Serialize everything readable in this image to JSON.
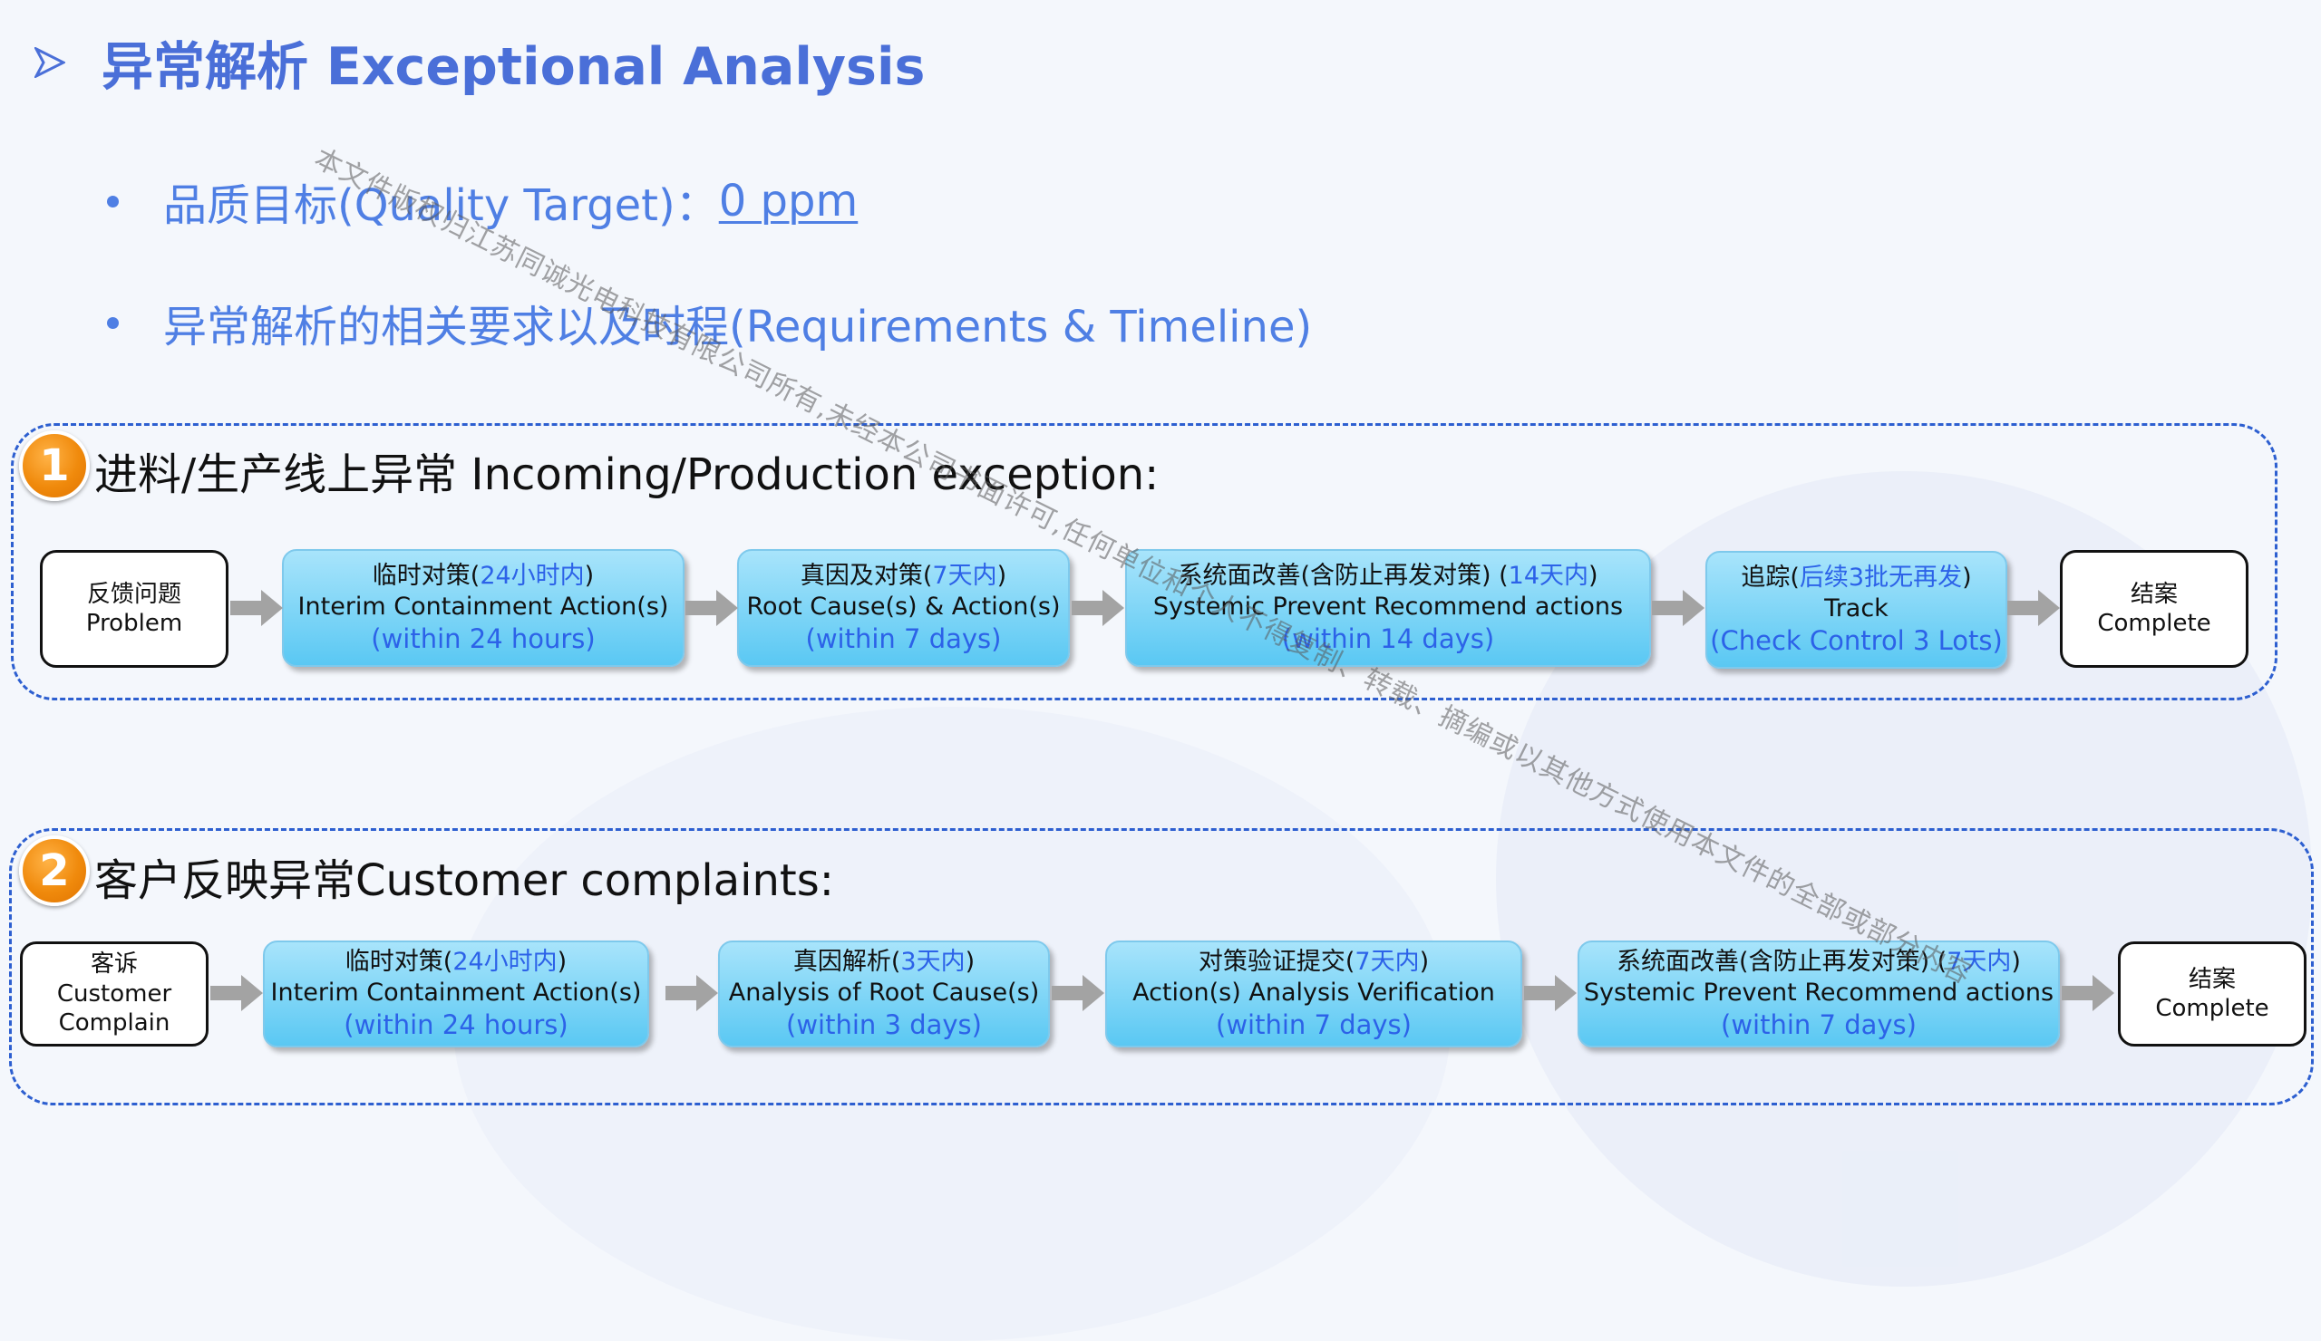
{
  "title": "异常解析 Exceptional Analysis",
  "bullets": {
    "quality_prefix": "品质目标(Quality Target)：",
    "quality_value": "0 ppm",
    "requirements": "异常解析的相关要求以及时程(Requirements & Timeline)"
  },
  "sections": [
    {
      "number": "1",
      "title": "进料/生产线上异常 Incoming/Production exception:",
      "steps": [
        {
          "line1": "反馈问题",
          "line2": "Problem"
        },
        {
          "line1_pre": "临时对策(",
          "line1_hl": "24小时内",
          "line1_post": ")",
          "line2": "Interim Containment Action(s)",
          "line3_pre": "(",
          "line3_hl": "within 24 hours",
          "line3_post": ")"
        },
        {
          "line1_pre": "真因及对策(",
          "line1_hl": "7天内",
          "line1_post": ")",
          "line2": "Root Cause(s) & Action(s)",
          "line3_pre": "(",
          "line3_hl": "within 7 days",
          "line3_post": ")"
        },
        {
          "line1_pre": "系统面改善(含防止再发对策) (",
          "line1_hl": "14天内",
          "line1_post": ")",
          "line2": "Systemic Prevent Recommend actions",
          "line3_pre": "(",
          "line3_hl": "within 14 days",
          "line3_post": ")"
        },
        {
          "line1_pre": "追踪(",
          "line1_hl": "后续3批无再发",
          "line1_post": ")",
          "line2": "Track",
          "line3_pre": "(",
          "line3_hl": "Check Control 3 Lots",
          "line3_post": ")"
        },
        {
          "line1": "结案",
          "line2": "Complete"
        }
      ]
    },
    {
      "number": "2",
      "title": "客户反映异常Customer complaints:",
      "steps": [
        {
          "line1": "客诉",
          "line2": "Customer",
          "line3": "Complain"
        },
        {
          "line1_pre": "临时对策(",
          "line1_hl": "24小时内",
          "line1_post": ")",
          "line2": "Interim Containment Action(s)",
          "line3_pre": "(",
          "line3_hl": "within 24 hours",
          "line3_post": ")"
        },
        {
          "line1_pre": "真因解析(",
          "line1_hl": "3天内",
          "line1_post": ")",
          "line2": "Analysis of Root Cause(s)",
          "line3_pre": "(",
          "line3_hl": "within 3 days",
          "line3_post": ")"
        },
        {
          "line1_pre": "对策验证提交(",
          "line1_hl": "7天内",
          "line1_post": ")",
          "line2": "Action(s) Analysis Verification",
          "line3_pre": "(",
          "line3_hl": "within 7 days",
          "line3_post": ")"
        },
        {
          "line1_pre": "系统面改善(含防止再发对策) (",
          "line1_hl": "7天内",
          "line1_post": ")",
          "line2": "Systemic Prevent Recommend actions",
          "line3_pre": "(",
          "line3_hl": "within 7 days",
          "line3_post": ")"
        },
        {
          "line1": "结案",
          "line2": "Complete"
        }
      ]
    }
  ],
  "watermark": "本文件版权归江苏同诚光电科技有限公司所有,未经本公司书面许可,任何单位和个人不得复制、转载、摘编或以其他方式使用本文件的全部或部分内容",
  "colors": {
    "title": "#4a6fd8",
    "bullet": "#4f7fe4",
    "highlight": "#2c62e8",
    "dashed_border": "#2d5fd0",
    "badge": "#f08a0c",
    "arrow": "#a3a3a3"
  }
}
